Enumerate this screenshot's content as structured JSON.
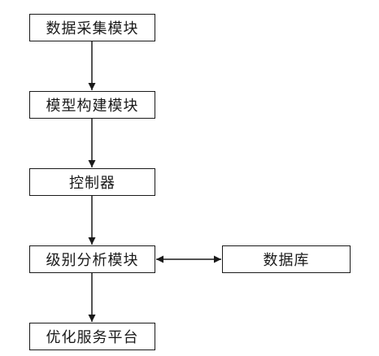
{
  "nodes": {
    "data_collection": "数据采集模块",
    "model_building": "模型构建模块",
    "controller": "控制器",
    "level_analysis": "级别分析模块",
    "database": "数据库",
    "optimization_platform": "优化服务平台"
  },
  "edges": [
    {
      "from": "data_collection",
      "to": "model_building",
      "direction": "forward"
    },
    {
      "from": "model_building",
      "to": "controller",
      "direction": "forward"
    },
    {
      "from": "controller",
      "to": "level_analysis",
      "direction": "forward"
    },
    {
      "from": "level_analysis",
      "to": "database",
      "direction": "bidirectional"
    },
    {
      "from": "level_analysis",
      "to": "optimization_platform",
      "direction": "forward"
    }
  ],
  "colors": {
    "line": "#1a1a1a",
    "background": "#ffffff"
  }
}
